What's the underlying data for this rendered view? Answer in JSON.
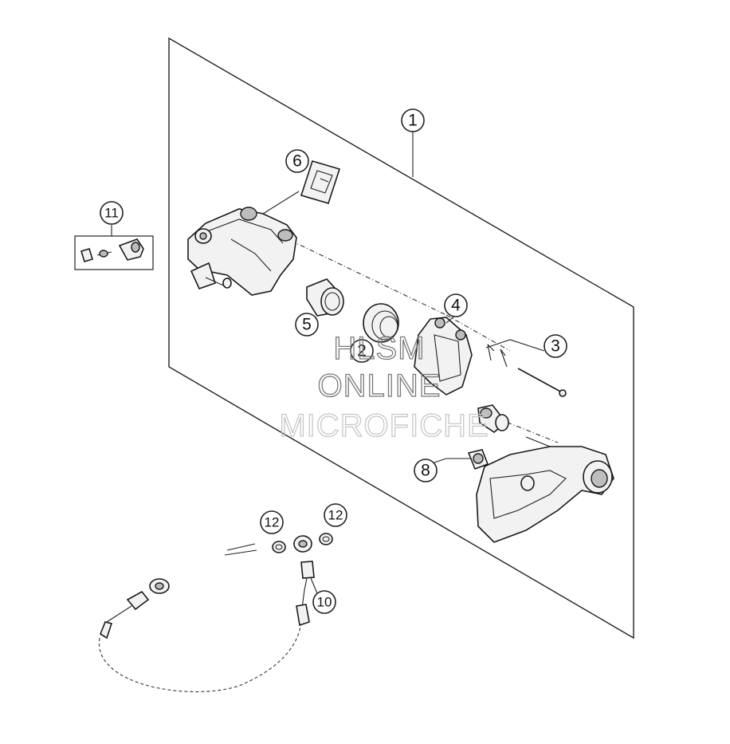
{
  "callouts": [
    {
      "id": "c1",
      "label": "1"
    },
    {
      "id": "c2",
      "label": "2"
    },
    {
      "id": "c3",
      "label": "3"
    },
    {
      "id": "c4",
      "label": "4"
    },
    {
      "id": "c5",
      "label": "5"
    },
    {
      "id": "c6",
      "label": "6"
    },
    {
      "id": "c8",
      "label": "8"
    },
    {
      "id": "c10",
      "label": "10"
    },
    {
      "id": "c11",
      "label": "11"
    },
    {
      "id": "c12a",
      "label": "12"
    },
    {
      "id": "c12b",
      "label": "12"
    }
  ],
  "watermark": {
    "line1": "HLSM",
    "line2": "ONLINE",
    "line3": "MICROFICHE"
  }
}
